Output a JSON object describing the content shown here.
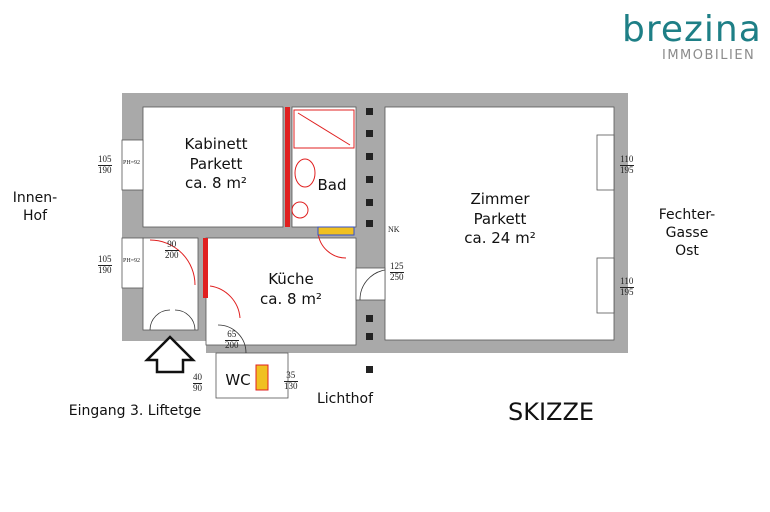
{
  "logo": {
    "word": "brezina",
    "sub": "IMMOBILIEN",
    "color": "#1e7f86"
  },
  "rooms": {
    "kabinett": "Kabinett\nParkett\nca. 8 m²",
    "bad": "Bad",
    "zimmer": "Zimmer\nParkett\nca. 24 m²",
    "kueche": "Küche\nca. 8 m²",
    "wc": "WC"
  },
  "surroundings": {
    "innenhof": "Innen-\nHof",
    "fechtergasse": "Fechter-\nGasse\nOst",
    "lichthof": "Lichthof",
    "eingang": "Eingang 3. Liftetge"
  },
  "dimensions": {
    "win_left_top": [
      "105",
      "190"
    ],
    "win_left_bottom": [
      "105",
      "190"
    ],
    "win_right_top": [
      "110",
      "195"
    ],
    "win_right_bottom": [
      "110",
      "195"
    ],
    "door_zimmer": [
      "125",
      "250"
    ],
    "wc_left": [
      "40",
      "90"
    ],
    "wc_right": [
      "35",
      "130"
    ],
    "door_vorraum": [
      "65",
      "200"
    ],
    "door_kueche": [
      "90",
      "200"
    ],
    "nk": "NK",
    "ph_top": "PH=92",
    "ph_bottom": "PH=92"
  },
  "title": "SKIZZE",
  "colors": {
    "wall": "#a9a9a9",
    "red": "#e02020",
    "yellow": "#f0c020"
  }
}
